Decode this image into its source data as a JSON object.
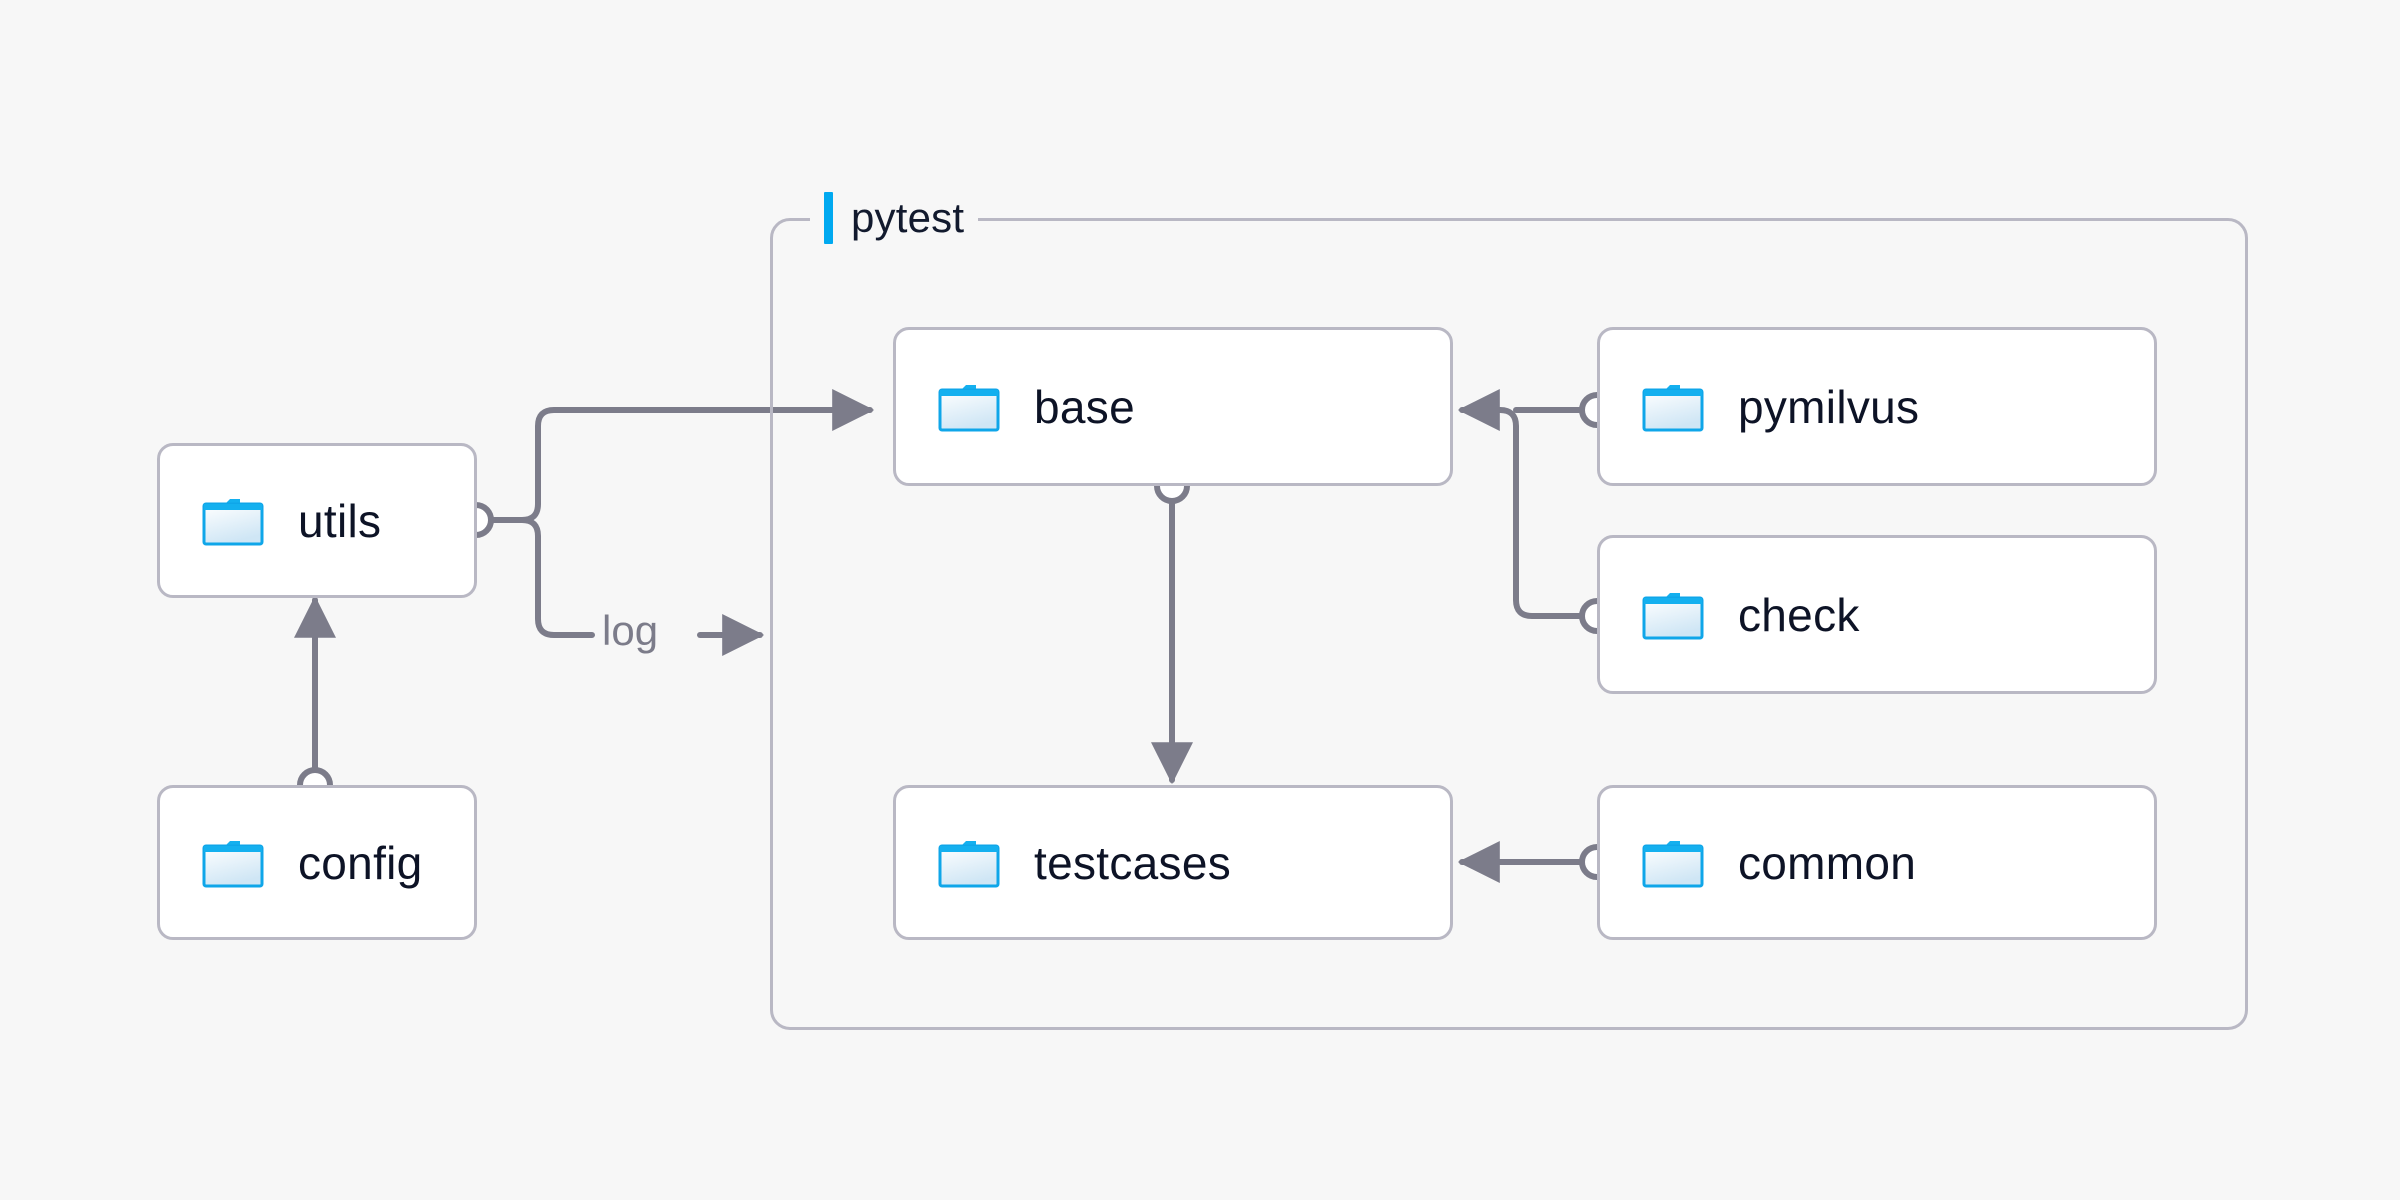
{
  "diagram": {
    "background_color": "#f7f7f7",
    "node_border_color": "#b9b8c4",
    "node_fill_color": "#ffffff",
    "edge_color": "#7c7c8a",
    "accent_color": "#00a9f0",
    "label_color": "#0d1326"
  },
  "group": {
    "title": "pytest",
    "accent_icon": "vertical-accent-bar"
  },
  "nodes": [
    {
      "id": "utils",
      "label": "utils",
      "icon": "folder-icon"
    },
    {
      "id": "config",
      "label": "config",
      "icon": "folder-icon"
    },
    {
      "id": "base",
      "label": "base",
      "icon": "folder-icon"
    },
    {
      "id": "testcases",
      "label": "testcases",
      "icon": "folder-icon"
    },
    {
      "id": "pymilvus",
      "label": "pymilvus",
      "icon": "folder-icon"
    },
    {
      "id": "check",
      "label": "check",
      "icon": "folder-icon"
    },
    {
      "id": "common",
      "label": "common",
      "icon": "folder-icon"
    }
  ],
  "edges": [
    {
      "id": "utils-base",
      "from": "utils",
      "to": "base",
      "label": ""
    },
    {
      "id": "utils-log",
      "from": "utils",
      "to": "pytest",
      "label": "log"
    },
    {
      "id": "config-utils",
      "from": "config",
      "to": "utils",
      "label": ""
    },
    {
      "id": "base-testcases",
      "from": "base",
      "to": "testcases",
      "label": ""
    },
    {
      "id": "pymilvus-base",
      "from": "pymilvus",
      "to": "base",
      "label": ""
    },
    {
      "id": "check-base",
      "from": "check",
      "to": "base",
      "label": ""
    },
    {
      "id": "common-testcases",
      "from": "common",
      "to": "testcases",
      "label": ""
    }
  ]
}
